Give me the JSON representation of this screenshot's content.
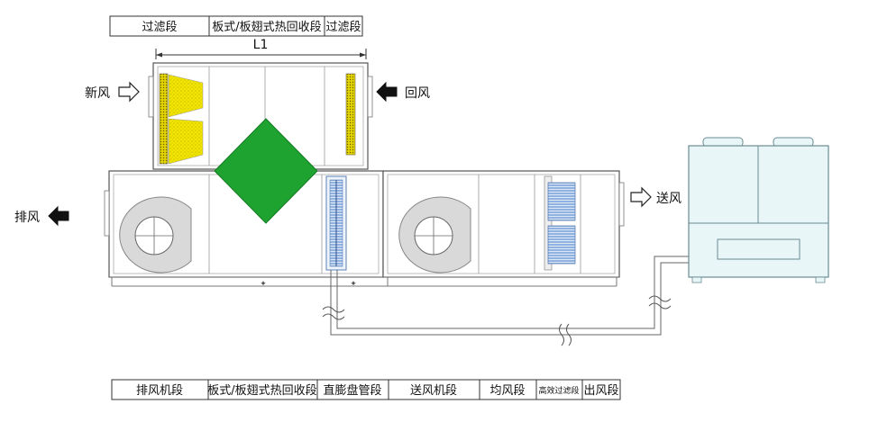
{
  "top_sections": [
    "过滤段",
    "板式/板翅式热回收段",
    "过滤段"
  ],
  "dimension_label": "L1",
  "flow_labels": {
    "fresh_air": "新风",
    "return_air": "回风",
    "exhaust_air": "排风",
    "supply_air": "送风"
  },
  "bottom_sections": [
    "排风机段",
    "板式/板翅式热回收段",
    "直膨盘管段",
    "送风机段",
    "均风段",
    "高效过滤段",
    "出风段"
  ],
  "colors": {
    "filter_yellow": "#f2e600",
    "heat_exchanger_green": "#1fa330",
    "coil_blue": "#7ea6d8",
    "fan_grey": "#d9d9d9",
    "outdoor_unit": "#e8f6f8"
  }
}
